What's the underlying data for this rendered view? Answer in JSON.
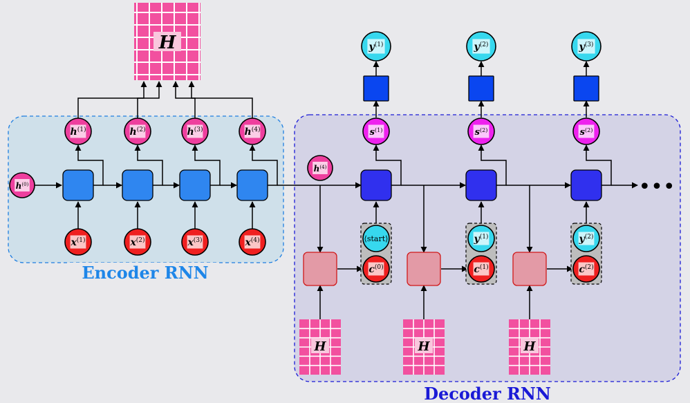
{
  "colors": {
    "background": "#e9e9ec",
    "encoder_box_border": "#1e7ee0",
    "encoder_box_fill": "#cfe0ea",
    "decoder_box_border": "#1a1ad6",
    "decoder_box_fill": "#d4d3e6",
    "encoder_cell": "#2f86f0",
    "decoder_cell": "#3030ee",
    "attention_cell": "#e39aa6",
    "output_square": "#0a46f0",
    "hidden_node": "#ee3f9e",
    "input_node": "#ef2020",
    "output_node": "#37d8ee",
    "decoder_state_node": "#ee22ee",
    "matrix_fill": "#f2509f",
    "title_blue": "#1e86e8"
  },
  "labels": {
    "encoder_title": "Encoder RNN",
    "decoder_title": "Decoder RNN",
    "matrix": "H",
    "start": "⟨start⟩",
    "ellipsis": "•••"
  },
  "encoder": {
    "initial": {
      "name": "h",
      "sup": "(0)"
    },
    "inputs": [
      {
        "name": "x",
        "sup": "(1)"
      },
      {
        "name": "x",
        "sup": "(2)"
      },
      {
        "name": "x",
        "sup": "(3)"
      },
      {
        "name": "x",
        "sup": "(4)"
      }
    ],
    "hidden": [
      {
        "name": "h",
        "sup": "(1)"
      },
      {
        "name": "h",
        "sup": "(2)"
      },
      {
        "name": "h",
        "sup": "(3)"
      },
      {
        "name": "h",
        "sup": "(4)"
      }
    ]
  },
  "decoder": {
    "initial": {
      "name": "h",
      "sup": "(4)"
    },
    "outputs": [
      {
        "name": "y",
        "sup": "(1)"
      },
      {
        "name": "y",
        "sup": "(2)"
      },
      {
        "name": "y",
        "sup": "(3)"
      }
    ],
    "states": [
      {
        "name": "s",
        "sup": "(1)"
      },
      {
        "name": "s",
        "sup": "(2)"
      },
      {
        "name": "s",
        "sup": "(2)"
      }
    ],
    "prev_outputs": [
      {
        "name": "",
        "sup": ""
      },
      {
        "name": "y",
        "sup": "(1)"
      },
      {
        "name": "y",
        "sup": "(2)"
      }
    ],
    "contexts": [
      {
        "name": "c",
        "sup": "(0)"
      },
      {
        "name": "c",
        "sup": "(1)"
      },
      {
        "name": "c",
        "sup": "(2)"
      }
    ]
  }
}
